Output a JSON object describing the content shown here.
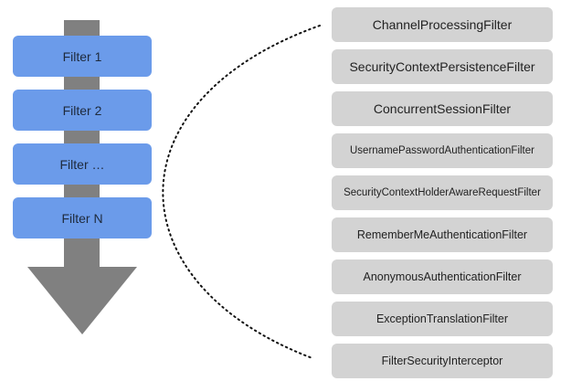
{
  "chain": {
    "items": [
      {
        "label": "Filter 1"
      },
      {
        "label": "Filter 2"
      },
      {
        "label": "Filter …"
      },
      {
        "label": "Filter N"
      }
    ]
  },
  "security_filters": {
    "items": [
      {
        "label": "ChannelProcessingFilter"
      },
      {
        "label": "SecurityContextPersistenceFilter"
      },
      {
        "label": "ConcurrentSessionFilter"
      },
      {
        "label": "UsernamePasswordAuthenticationFilter"
      },
      {
        "label": "SecurityContextHolderAwareRequestFilter"
      },
      {
        "label": "RememberMeAuthenticationFilter"
      },
      {
        "label": "AnonymousAuthenticationFilter"
      },
      {
        "label": "ExceptionTranslationFilter"
      },
      {
        "label": "FilterSecurityInterceptor"
      }
    ]
  },
  "colors": {
    "arrow": "#808080",
    "chain_box": "#6b9bea",
    "security_box": "#d3d3d3",
    "connector": "#111111"
  }
}
